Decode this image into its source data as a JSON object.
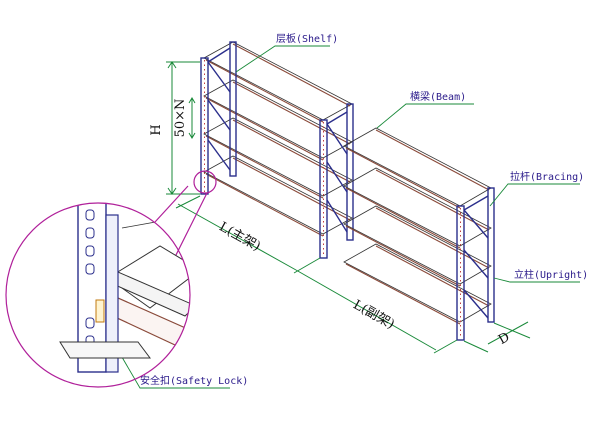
{
  "labels": {
    "shelf": "层板(Shelf)",
    "beam": "横梁(Beam)",
    "bracing": "拉杆(Bracing)",
    "upright": "立柱(Upright)",
    "safety_lock": "安全扣(Safety Lock)"
  },
  "dimensions": {
    "height": "H",
    "pitch": "50×N",
    "length_main": "L(主架)",
    "length_aux": "L(副架)",
    "depth": "D"
  },
  "colors": {
    "upright": "#2b2f8c",
    "beam": "#8a4a3a",
    "leader": "#1a8a3a",
    "magnifier": "#b0209a",
    "label_text": "#2a1a8a"
  }
}
